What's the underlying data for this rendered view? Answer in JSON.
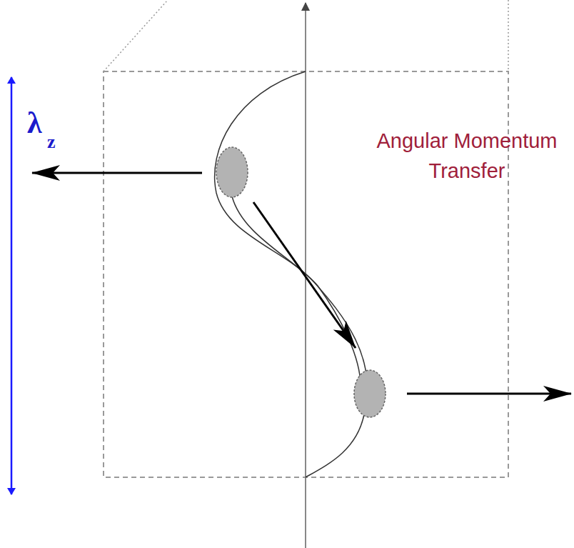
{
  "diagram": {
    "labels": [
      "λ",
      "z",
      "Angular Momentum Transfer"
    ]
  }
}
